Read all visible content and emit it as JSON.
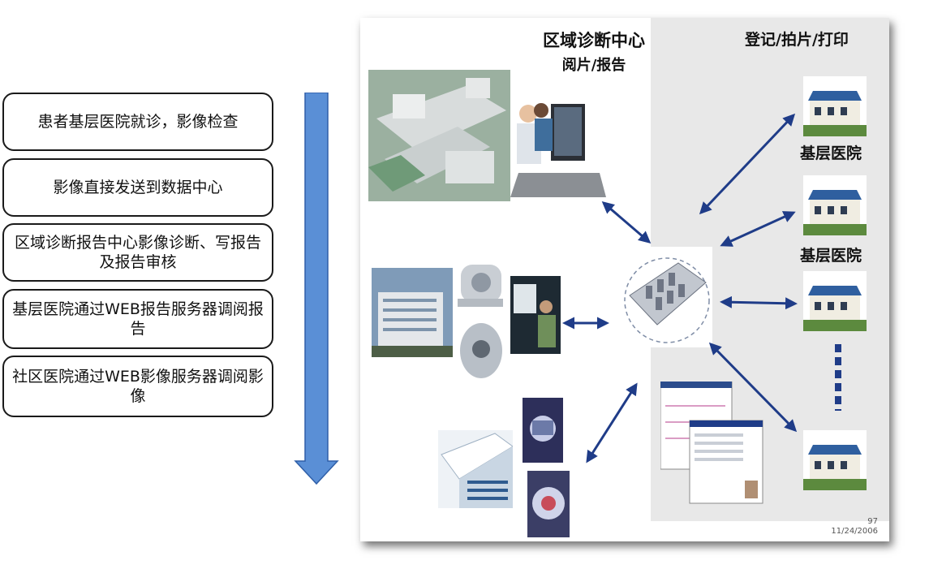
{
  "workflow_steps": [
    "患者基层医院就诊，影像检查",
    "影像直接发送到数据中心",
    "区域诊断报告中心影像诊断、写报告及报告审核",
    "基层医院通过WEB报告服务器调阅报告",
    "社区医院通过WEB影像服务器调阅影像"
  ],
  "diagram": {
    "center_title": "区域诊断中心",
    "center_subtitle": "阅片/报告",
    "right_title": "登记/拍片/打印",
    "hospital_label_1": "基层医院",
    "hospital_label_2": "基层医院",
    "page_number": "97",
    "date": "11/24/2006"
  },
  "colors": {
    "flow_arrow": "#5a8fd6",
    "link_arrow": "#1f3c88"
  }
}
